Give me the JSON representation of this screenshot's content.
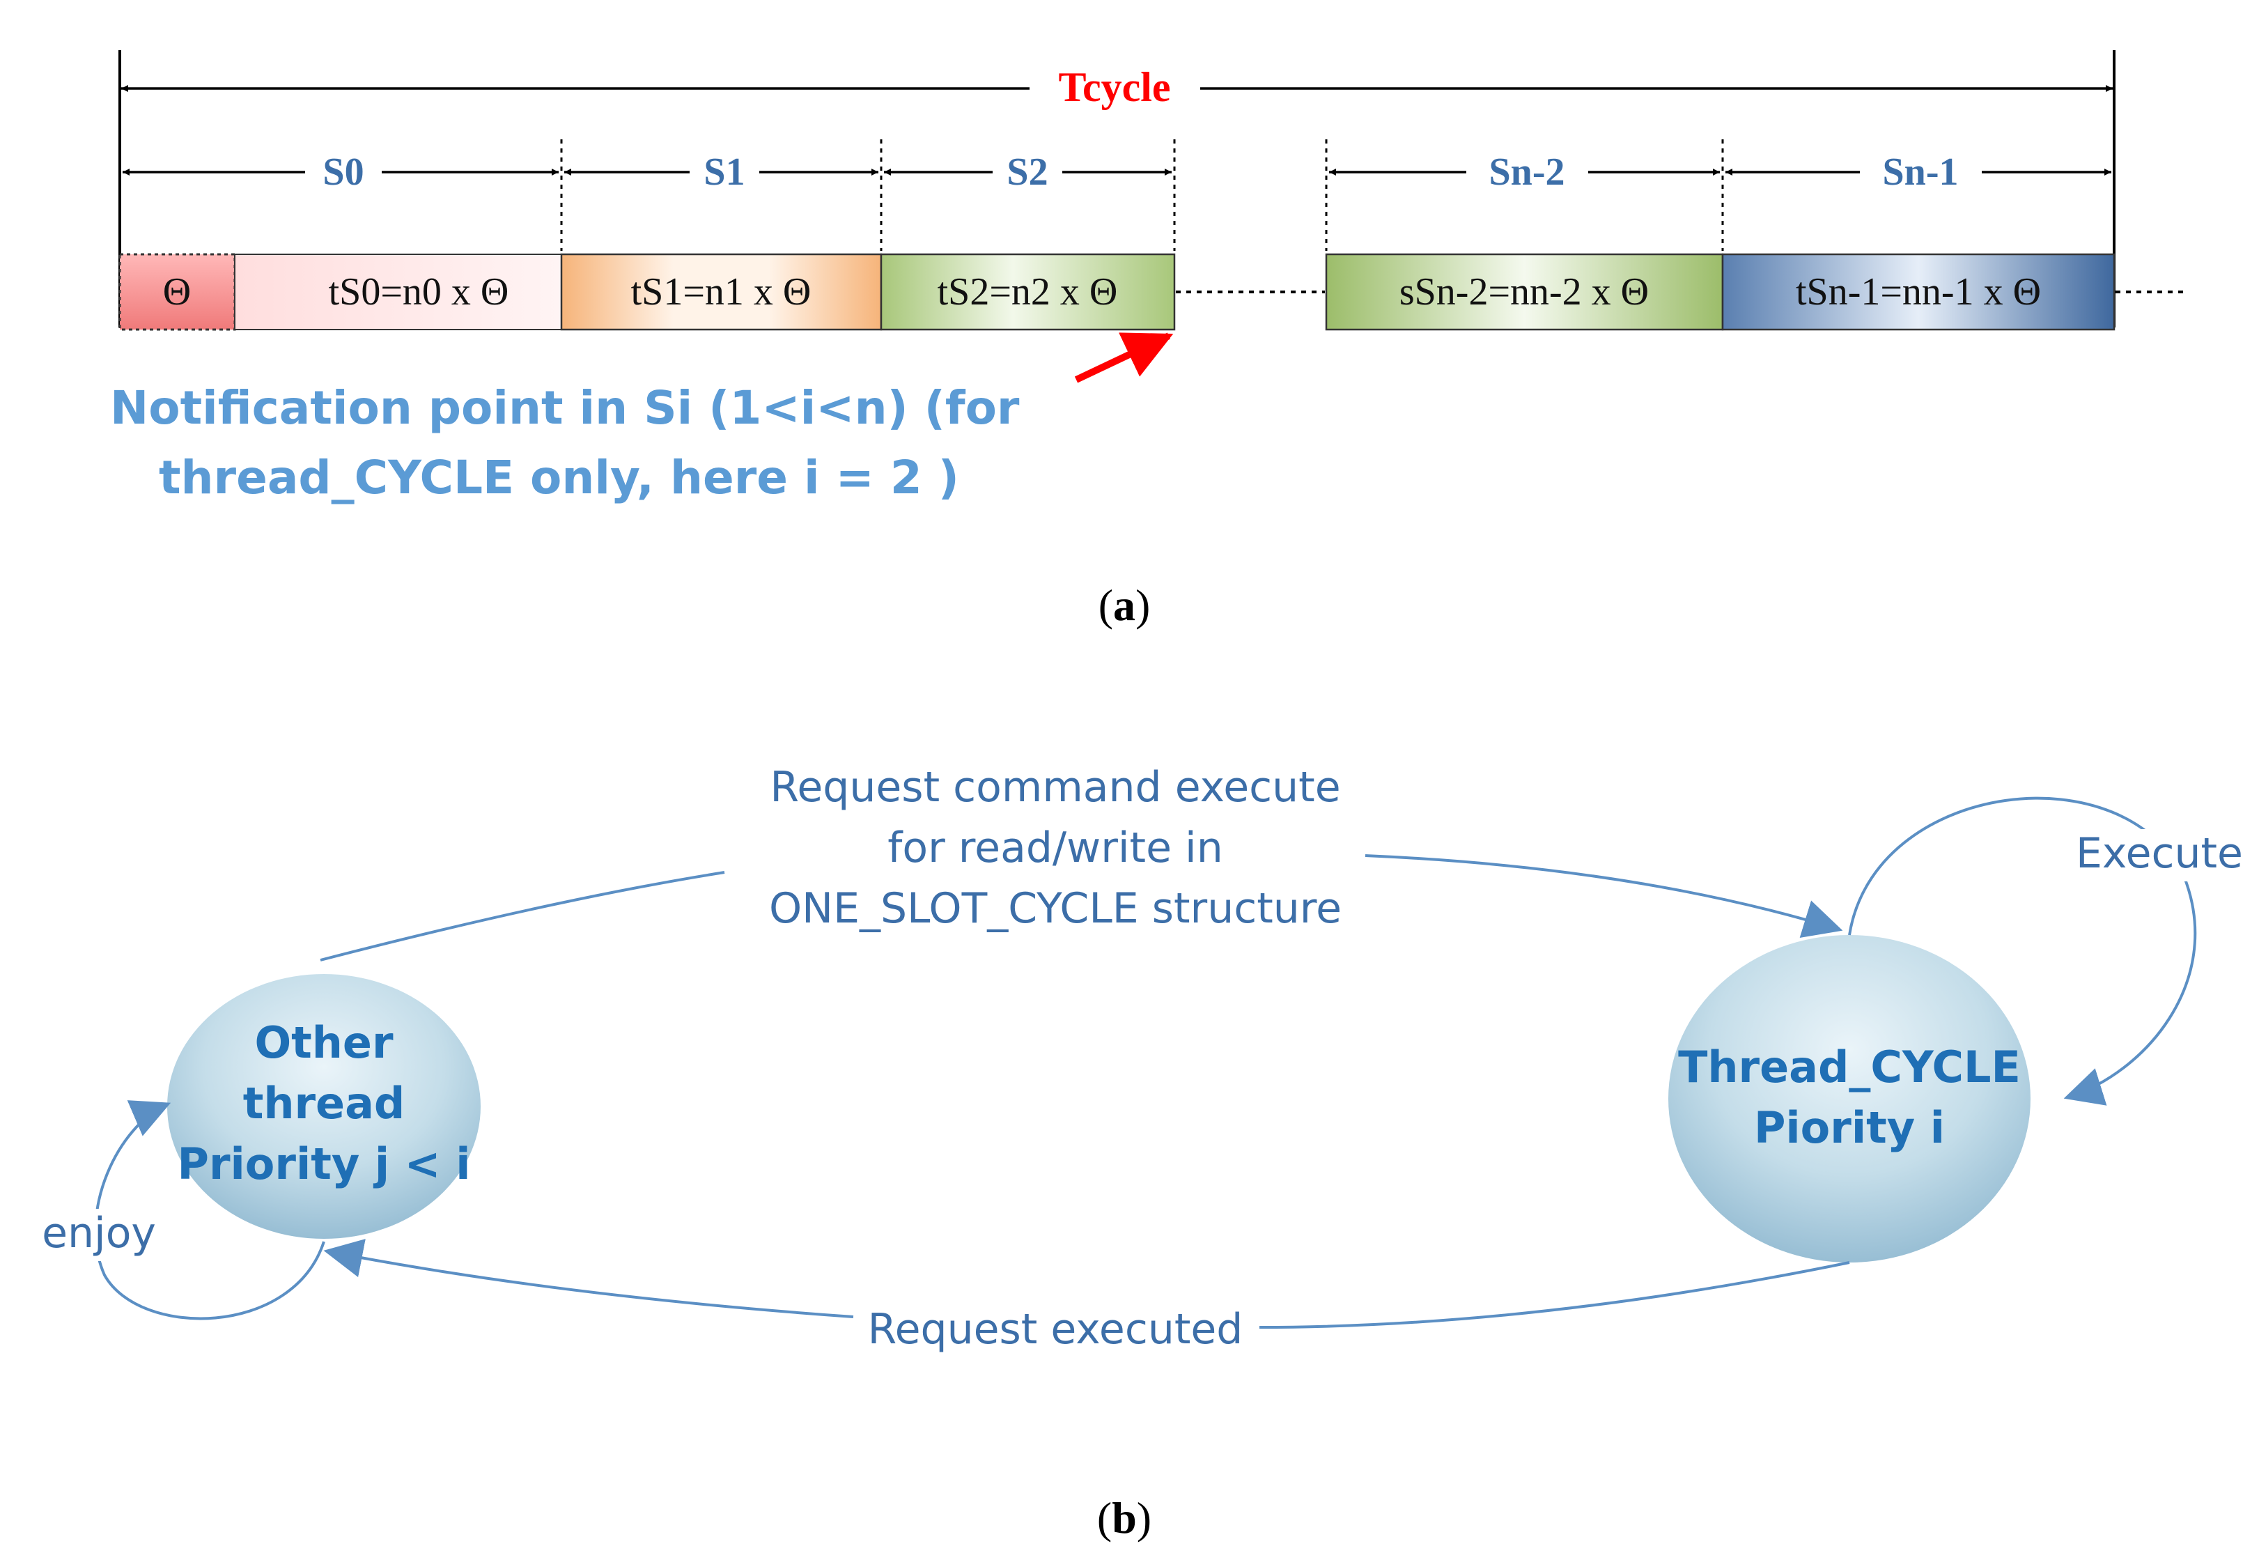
{
  "panel_a": {
    "cycle_label": "Tcycle",
    "segment_labels": [
      "S0",
      "S1",
      "S2",
      "Sn-2",
      "Sn-1"
    ],
    "box_theta": "Θ",
    "box_texts": [
      "tS0=n0 x Θ",
      "tS1=n1 x Θ",
      "tS2=n2 x Θ",
      "sSn-2=nn-2 x Θ",
      "tSn-1=nn-1 x Θ"
    ],
    "notification_line1": "Notification point in Si (1<i<n) (for",
    "notification_line2": "thread_CYCLE only, here i = 2 )",
    "caption_open": "(",
    "caption_letter": "a",
    "caption_close": ")"
  },
  "panel_b": {
    "node_other_lines": [
      "Other",
      "thread",
      "Priority j < i"
    ],
    "node_thread_lines": [
      "Thread_CYCLE",
      "Piority i"
    ],
    "request_lines": [
      "Request command execute",
      "for read/write in",
      "ONE_SLOT_CYCLE structure"
    ],
    "executed_label": "Request executed",
    "execute_label": "Execute",
    "enjoy_label": "enjoy",
    "caption_open": "(",
    "caption_letter": "b",
    "caption_close": ")"
  },
  "colors": {
    "cycle_label": "#ff0000",
    "segment_label": "#3c6ea8",
    "notification": "#5b9bd5",
    "edge": "#5b8fc4",
    "edge_text": "#3c6ea8",
    "node_text": "#1f6fb5",
    "red_arrow": "#ff0000"
  }
}
